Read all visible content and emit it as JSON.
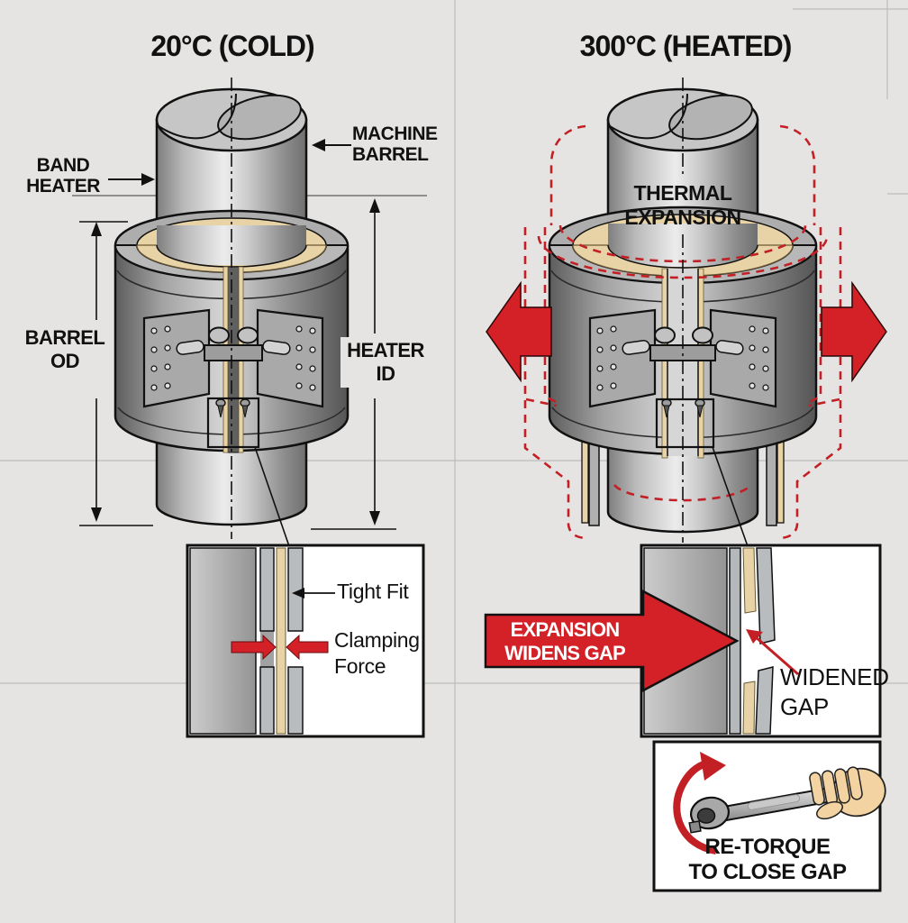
{
  "titles": {
    "cold": "20°C (COLD)",
    "heated": "300°C (HEATED)"
  },
  "cold": {
    "band_heater": [
      "BAND",
      "HEATER"
    ],
    "machine_barrel": [
      "MACHINE",
      "BARREL"
    ],
    "barrel_od": [
      "BARREL",
      "OD"
    ],
    "heater_id": [
      "HEATER",
      "ID"
    ],
    "inset": {
      "tight_fit": "Tight Fit",
      "clamping_force": [
        "Clamping",
        "Force"
      ]
    }
  },
  "heated": {
    "thermal_expansion": [
      "THERMAL",
      "EXPANSION"
    ],
    "banner": [
      "EXPANSION",
      "WIDENS GAP"
    ],
    "widened_gap": [
      "WIDENED",
      "GAP"
    ],
    "retorque": [
      "RE-TORQUE",
      "TO CLOSE GAP"
    ]
  },
  "colors": {
    "background": "#e5e4e2",
    "accent_red": "#d32127",
    "dashed_outline_red": "#c32026",
    "heater_lining_tan": "#e8d3a7",
    "metal_gray": "#b5b5b5",
    "ink": "#111111",
    "inset_background": "#ffffff",
    "hand_skin": "#f3d3a2"
  }
}
